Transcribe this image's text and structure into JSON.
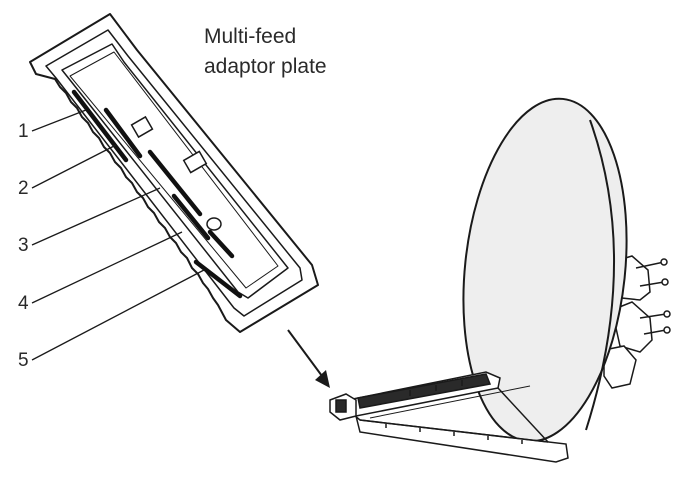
{
  "title": {
    "line1": "Multi-feed",
    "line2": "adaptor plate"
  },
  "callouts": [
    {
      "label": "1"
    },
    {
      "label": "2"
    },
    {
      "label": "3"
    },
    {
      "label": "4"
    },
    {
      "label": "5"
    }
  ],
  "colors": {
    "ink": "#1a1a1a",
    "dish_fill": "#eeeeee",
    "plate_fill": "#ffffff",
    "slot": "#111111"
  }
}
